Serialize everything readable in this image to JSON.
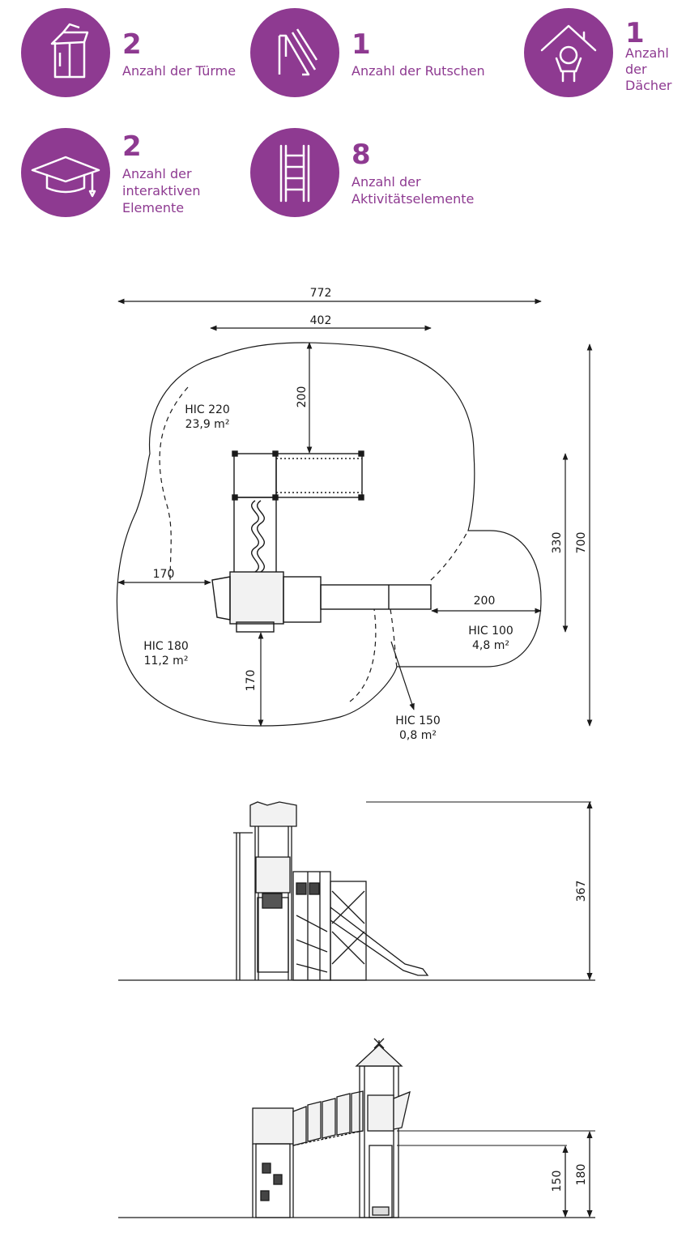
{
  "stats": [
    {
      "icon": "tower-icon",
      "number": "2",
      "label": "Anzahl der Türme"
    },
    {
      "icon": "slide-icon",
      "number": "1",
      "label": "Anzahl der Rutschen"
    },
    {
      "icon": "roof-icon",
      "number": "1",
      "label": "Anzahl\nder\nDächer"
    },
    {
      "icon": "graduation-cap-icon",
      "number": "2",
      "label": "Anzahl der\ninteraktiven\nElemente"
    },
    {
      "icon": "ladder-icon",
      "number": "8",
      "label": "Anzahl der\nAktivitätselemente"
    }
  ],
  "plan": {
    "dim_total_width": "772",
    "dim_inner_width": "402",
    "dim_top": "200",
    "dim_left": "170",
    "dim_right": "200",
    "dim_bottom": "170",
    "dim_height_330": "330",
    "dim_total_height": "700",
    "zones": [
      {
        "name": "HIC 220",
        "area": "23,9 m²"
      },
      {
        "name": "HIC 180",
        "area": "11,2 m²"
      },
      {
        "name": "HIC 100",
        "area": "4,8 m²"
      },
      {
        "name": "HIC 150",
        "area": "0,8 m²"
      }
    ]
  },
  "elevation1": {
    "dim_height": "367"
  },
  "elevation2": {
    "dim_150": "150",
    "dim_180": "180"
  },
  "colors": {
    "accent": "#8e3a91",
    "line": "#1a1a1a"
  }
}
